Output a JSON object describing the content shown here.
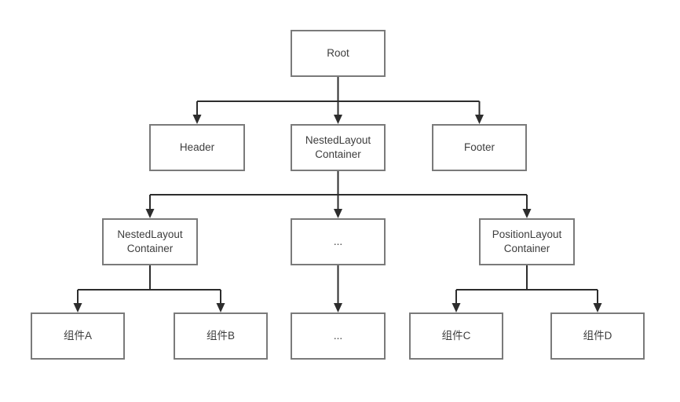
{
  "diagram": {
    "type": "tree",
    "background": "#ffffff",
    "colors": {
      "node_border": "#7a7a7a",
      "node_fill": "#ffffff",
      "edge": "#2d2d2d",
      "text": "#3d3d3d"
    },
    "nodes": {
      "root": {
        "label": "Root"
      },
      "header": {
        "label": "Header"
      },
      "nested_layout_container_l2": {
        "label": "NestedLayout Container"
      },
      "footer": {
        "label": "Footer"
      },
      "nested_layout_container_l3": {
        "label": "NestedLayout Container"
      },
      "ellipsis_l3": {
        "label": "..."
      },
      "position_layout_container_l3": {
        "label": "PositionLayout Container"
      },
      "component_a": {
        "label": "组件A"
      },
      "component_b": {
        "label": "组件B"
      },
      "ellipsis_l4": {
        "label": "..."
      },
      "component_c": {
        "label": "组件C"
      },
      "component_d": {
        "label": "组件D"
      }
    },
    "edges": [
      {
        "from": "root",
        "to": [
          "header",
          "nested_layout_container_l2",
          "footer"
        ]
      },
      {
        "from": "nested_layout_container_l2",
        "to": [
          "nested_layout_container_l3",
          "ellipsis_l3",
          "position_layout_container_l3"
        ]
      },
      {
        "from": "nested_layout_container_l3",
        "to": [
          "component_a",
          "component_b"
        ]
      },
      {
        "from": "ellipsis_l3",
        "to": [
          "ellipsis_l4"
        ]
      },
      {
        "from": "position_layout_container_l3",
        "to": [
          "component_c",
          "component_d"
        ]
      }
    ]
  }
}
